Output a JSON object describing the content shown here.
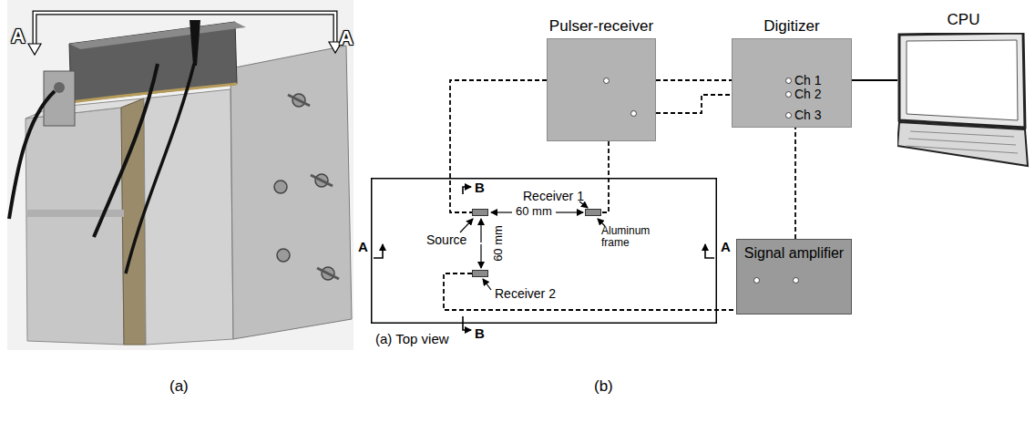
{
  "diagram": {
    "nodes": [
      {
        "text": [
          "Pulser-receiver"
        ]
      },
      {
        "text": [
          "Digitizer",
          "Ch 1",
          "Ch 2",
          "Ch 3"
        ]
      },
      {
        "text": [
          "CPU"
        ]
      },
      {
        "text": [
          "(a) Top view"
        ]
      },
      {
        "text": [
          "Source"
        ],
        "in": 3
      },
      {
        "text": [
          "Receiver 1"
        ],
        "in": 3
      },
      {
        "text": [
          "Receiver 2"
        ],
        "in": 3
      },
      {
        "text": [
          "Signal amplifier"
        ]
      }
    ],
    "edges": [
      {
        "from": 0,
        "to": 4,
        "arrow": "none"
      },
      {
        "from": 0,
        "to": 5,
        "arrow": "none"
      },
      {
        "from": 0,
        "to": 1,
        "arrow": "none"
      },
      {
        "from": 0,
        "to": 1,
        "arrow": "none"
      },
      {
        "from": 6,
        "to": 7,
        "arrow": "none"
      },
      {
        "from": 7,
        "to": 1,
        "arrow": "none"
      },
      {
        "from": 1,
        "to": 2,
        "arrow": "none"
      }
    ],
    "labels": [
      "A",
      "A",
      "(a)",
      "60 mm",
      "60 mm",
      "Aluminum frame",
      "A",
      "A",
      "B",
      "B",
      "(b)"
    ]
  }
}
